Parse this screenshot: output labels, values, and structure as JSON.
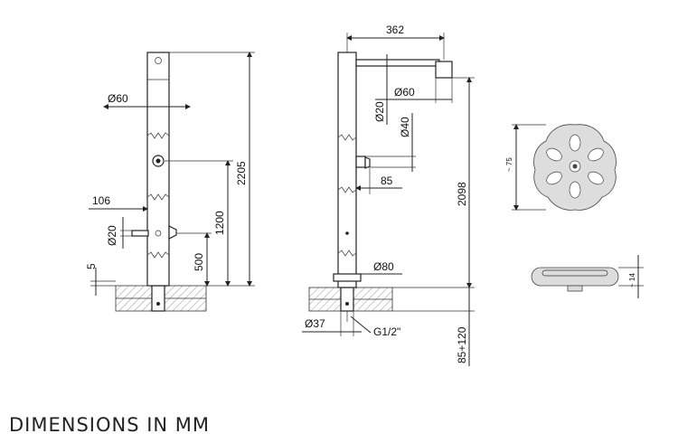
{
  "caption": "DIMENSIONS IN MM",
  "front_view": {
    "pipe_diameter": "Ø60",
    "total_height": "2205",
    "handle_height": "1200",
    "lower_tap_height": "500",
    "tap_projection": "106",
    "tap_diameter": "Ø20",
    "base_offset": "5"
  },
  "side_view": {
    "arm_reach": "362",
    "head_diameter": "Ø60",
    "arm_diameter": "Ø20",
    "valve_diameter": "Ø40",
    "valve_projection": "85",
    "shower_height": "2098",
    "flange_diameter": "Ø80",
    "supply_diameter": "Ø37",
    "supply_thread": "G1/2\"",
    "embed_depth": "85+120"
  },
  "head_detail": {
    "width": "~ 75",
    "height": "~ 14"
  }
}
